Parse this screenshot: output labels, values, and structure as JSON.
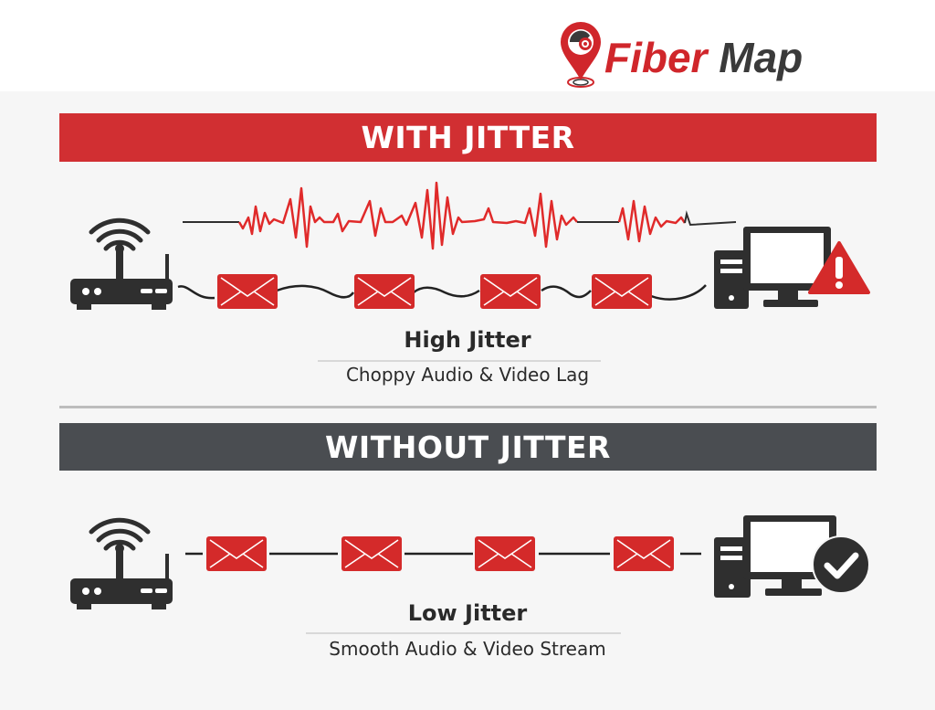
{
  "brand": {
    "name_part1": "Fiber",
    "name_part2": " Map",
    "icon": "map-pin-fiber-icon",
    "colors": {
      "red": "#d0262b",
      "dark": "#3a3a3a"
    }
  },
  "sections": [
    {
      "id": "with-jitter",
      "banner_label": "WITH JITTER",
      "banner_color": "#d12f32",
      "signal": "erratic-waveform",
      "source_icon": "wifi-router-icon",
      "destination_icon": "desktop-computer-icon",
      "status_icon": "warning-triangle-icon",
      "packets": [
        "packet",
        "packet",
        "packet",
        "packet"
      ],
      "link_style": "wavy",
      "title": "High Jitter",
      "subtitle": "Choppy Audio & Video Lag"
    },
    {
      "id": "without-jitter",
      "banner_label": "WITHOUT JITTER",
      "banner_color": "#4a4d51",
      "source_icon": "wifi-router-icon",
      "destination_icon": "desktop-computer-icon",
      "status_icon": "checkmark-circle-icon",
      "packets": [
        "packet",
        "packet",
        "packet",
        "packet"
      ],
      "link_style": "straight",
      "title": "Low Jitter",
      "subtitle": "Smooth Audio & Video Stream"
    }
  ],
  "colors": {
    "accent_red": "#d12f32",
    "packet_red": "#d42a2a",
    "icon_dark": "#2f2f2f",
    "banner_gray": "#4a4d51"
  }
}
